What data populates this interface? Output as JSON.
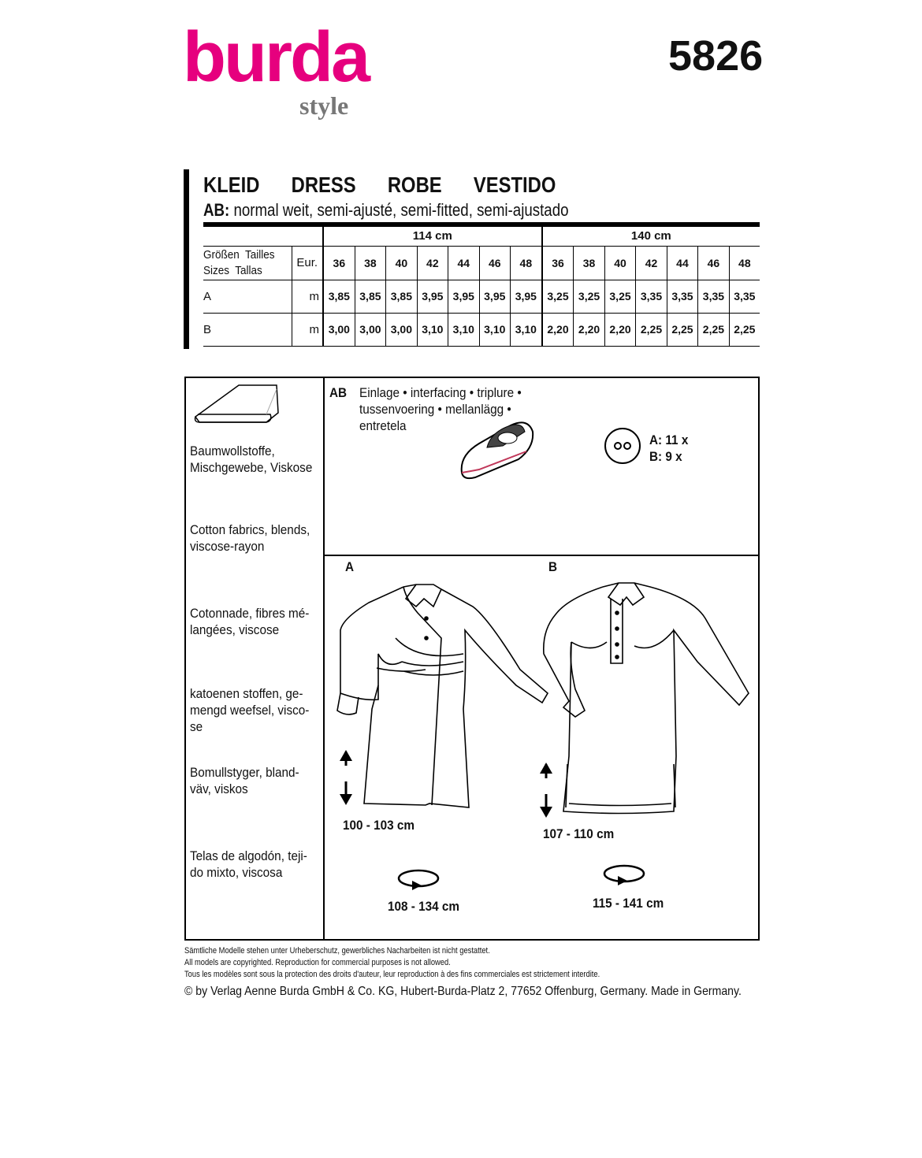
{
  "brand": {
    "name": "burda",
    "sub": "style",
    "color": "#e6007e"
  },
  "pattern_number": "5826",
  "title": "KLEID   DRESS   ROBE   VESTIDO",
  "subtitle": {
    "prefix": "AB:",
    "text": " normal weit, semi-ajusté, semi-fitted, semi-ajustado"
  },
  "table": {
    "widths": [
      "114 cm",
      "140 cm"
    ],
    "size_label_1": "Größen  Tailles",
    "size_label_2": "Sizes  Tallas",
    "eur": "Eur.",
    "sizes": [
      "36",
      "38",
      "40",
      "42",
      "44",
      "46",
      "48",
      "36",
      "38",
      "40",
      "42",
      "44",
      "46",
      "48"
    ],
    "rows": [
      {
        "view": "A",
        "unit": "m",
        "values": [
          "3,85",
          "3,85",
          "3,85",
          "3,95",
          "3,95",
          "3,95",
          "3,95",
          "3,25",
          "3,25",
          "3,25",
          "3,35",
          "3,35",
          "3,35",
          "3,35"
        ]
      },
      {
        "view": "B",
        "unit": "m",
        "values": [
          "3,00",
          "3,00",
          "3,00",
          "3,10",
          "3,10",
          "3,10",
          "3,10",
          "2,20",
          "2,20",
          "2,20",
          "2,25",
          "2,25",
          "2,25",
          "2,25"
        ]
      }
    ]
  },
  "fabrics": [
    [
      "Baumwollstoffe,",
      "Mischgewebe, Viskose"
    ],
    [
      "Cotton fabrics, blends,",
      "viscose-rayon"
    ],
    [
      "Cotonnade, fibres mé-",
      "langées, viscose"
    ],
    [
      "katoenen stoffen, ge-",
      "mengd weefsel, visco-",
      "se"
    ],
    [
      "Bomullstyger, bland-",
      "väv, viskos"
    ],
    [
      "Telas de algodón, teji-",
      "do mixto, viscosa"
    ]
  ],
  "notions": {
    "views": "AB",
    "interfacing": [
      "Einlage • interfacing • triplure •",
      "tussenvoering • mellanlägg •",
      "entretela"
    ],
    "buttons_a": "A: 11 x",
    "buttons_b": "B: 9 x"
  },
  "views": {
    "a": {
      "label": "A",
      "length": "100 - 103",
      "hip": "108 - 134",
      "unit": "cm"
    },
    "b": {
      "label": "B",
      "length": "107 - 110",
      "hip": "115 - 141",
      "unit": "cm"
    }
  },
  "footer": [
    "Sämtliche Modelle stehen unter Urheberschutz, gewerbliches Nacharbeiten ist nicht gestattet.",
    "All models are copyrighted. Reproduction for commercial purposes is not allowed.",
    "Tous les modèles sont sous la protection des droits d'auteur, leur reproduction à des fins commerciales est strictement interdite.",
    "© by Verlag Aenne Burda GmbH & Co. KG, Hubert-Burda-Platz 2, 77652 Offenburg, Germany. Made in Germany."
  ]
}
